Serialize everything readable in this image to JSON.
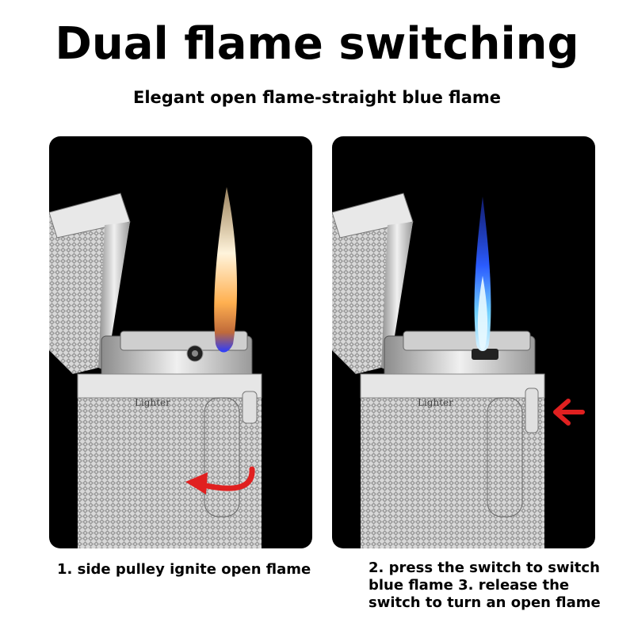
{
  "title": "Dual flame switching",
  "subtitle": "Elegant open flame-straight blue flame",
  "panels": [
    {
      "name": "open-flame",
      "flame_color": "yellow",
      "caption": "1. side pulley ignite open flame",
      "brand_engraving": "Lighter"
    },
    {
      "name": "blue-flame",
      "flame_color": "blue",
      "caption": "2. press the switch to switch blue flame 3. release the switch to turn an open flame",
      "brand_engraving": "Lighter"
    }
  ],
  "colors": {
    "background": "#ffffff",
    "panel": "#000000",
    "arrow": "#e02020",
    "blue_flame": "#2b5cff",
    "open_flame": "#f6a23a"
  }
}
